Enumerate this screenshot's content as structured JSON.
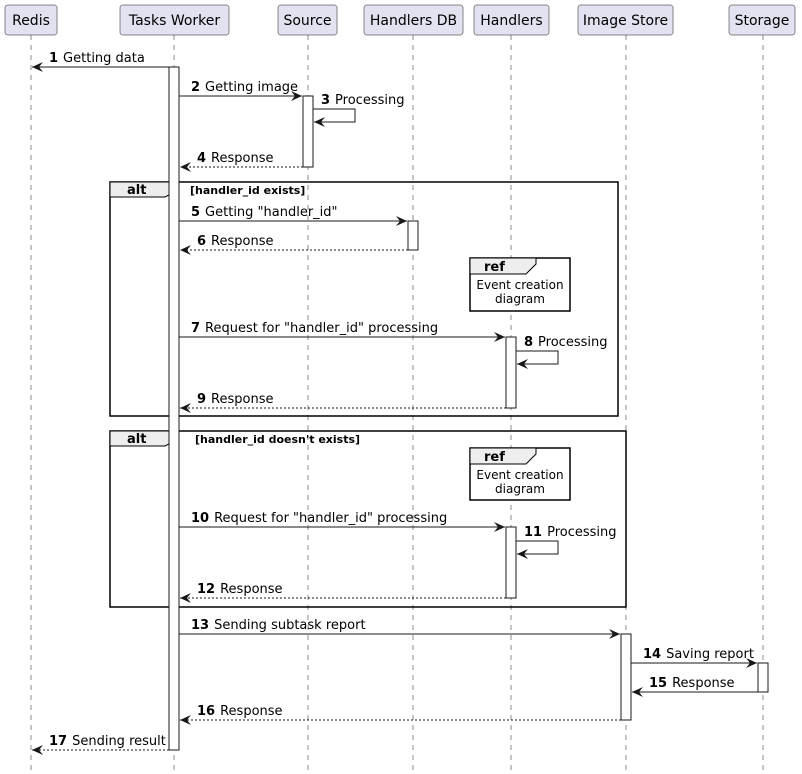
{
  "participants": [
    "Redis",
    "Tasks Worker",
    "Source",
    "Handlers DB",
    "Handlers",
    "Image Store",
    "Storage"
  ],
  "messages": [
    {
      "num": "1",
      "text": "Getting data",
      "from": "Tasks Worker",
      "to": "Redis",
      "style": "solid"
    },
    {
      "num": "2",
      "text": "Getting image",
      "from": "Tasks Worker",
      "to": "Source",
      "style": "solid"
    },
    {
      "num": "3",
      "text": "Processing",
      "from": "Source",
      "to": "Source",
      "style": "self"
    },
    {
      "num": "4",
      "text": "Response",
      "from": "Source",
      "to": "Tasks Worker",
      "style": "dashed"
    },
    {
      "num": "5",
      "text": "Getting \"handler_id\"",
      "from": "Tasks Worker",
      "to": "Handlers DB",
      "style": "solid"
    },
    {
      "num": "6",
      "text": "Response",
      "from": "Handlers DB",
      "to": "Tasks Worker",
      "style": "dashed"
    },
    {
      "num": "7",
      "text": "Request for \"handler_id\" processing",
      "from": "Tasks Worker",
      "to": "Handlers",
      "style": "solid"
    },
    {
      "num": "8",
      "text": "Processing",
      "from": "Handlers",
      "to": "Handlers",
      "style": "self"
    },
    {
      "num": "9",
      "text": "Response",
      "from": "Handlers",
      "to": "Tasks Worker",
      "style": "dashed"
    },
    {
      "num": "10",
      "text": "Request for \"handler_id\" processing",
      "from": "Tasks Worker",
      "to": "Handlers",
      "style": "solid"
    },
    {
      "num": "11",
      "text": "Processing",
      "from": "Handlers",
      "to": "Handlers",
      "style": "self"
    },
    {
      "num": "12",
      "text": "Response",
      "from": "Handlers",
      "to": "Tasks Worker",
      "style": "dashed"
    },
    {
      "num": "13",
      "text": "Sending subtask report",
      "from": "Tasks Worker",
      "to": "Image Store",
      "style": "solid"
    },
    {
      "num": "14",
      "text": "Saving report",
      "from": "Image Store",
      "to": "Storage",
      "style": "solid"
    },
    {
      "num": "15",
      "text": "Response",
      "from": "Storage",
      "to": "Image Store",
      "style": "solid"
    },
    {
      "num": "16",
      "text": "Response",
      "from": "Image Store",
      "to": "Tasks Worker",
      "style": "dashed"
    },
    {
      "num": "17",
      "text": "Sending result",
      "from": "Tasks Worker",
      "to": "Redis",
      "style": "dashed"
    }
  ],
  "frames": [
    {
      "keyword": "alt",
      "condition": "[handler_id exists]"
    },
    {
      "keyword": "alt",
      "condition": "[handler_id doesn't exists]"
    }
  ],
  "refs": [
    {
      "keyword": "ref",
      "line1": "Event creation",
      "line2": "diagram"
    },
    {
      "keyword": "ref",
      "line1": "Event creation",
      "line2": "diagram"
    }
  ],
  "colors": {
    "participant_fill": "#e2e2f0",
    "line": "#181818",
    "frame_tab": "#eeeeee"
  }
}
